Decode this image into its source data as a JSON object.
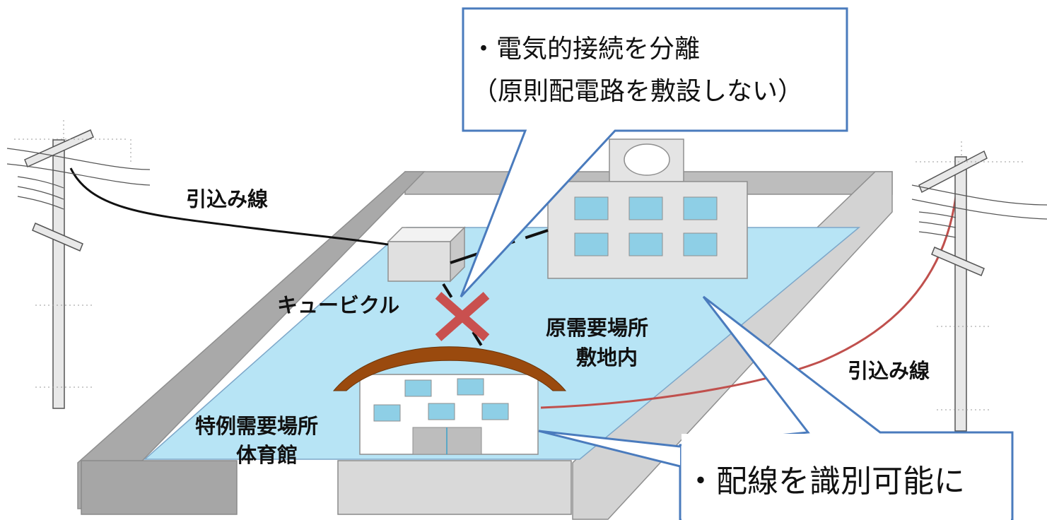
{
  "labels": {
    "service_line_left": "引込み線",
    "service_line_right": "引込み線",
    "cubicle": "キュービクル",
    "original_premises_line1": "原需要場所",
    "original_premises_line2": "敷地内",
    "special_premises_line1": "特例需要場所",
    "special_premises_line2": "体育館"
  },
  "callouts": {
    "top_line1": "・電気的接続を分離",
    "top_line2": "（原則配電路を敷設しない）",
    "bottom_line1": "・配線を識別可能に"
  },
  "colors": {
    "ground": "#b7e4f5",
    "wall": "#bdbdbd",
    "wall_dark": "#9c9c9c",
    "callout_border": "#4a7bbd",
    "red_wire": "#c0504d",
    "cross": "#c9504f",
    "roof": "#9a4a0e",
    "window": "#8ecfe6"
  }
}
